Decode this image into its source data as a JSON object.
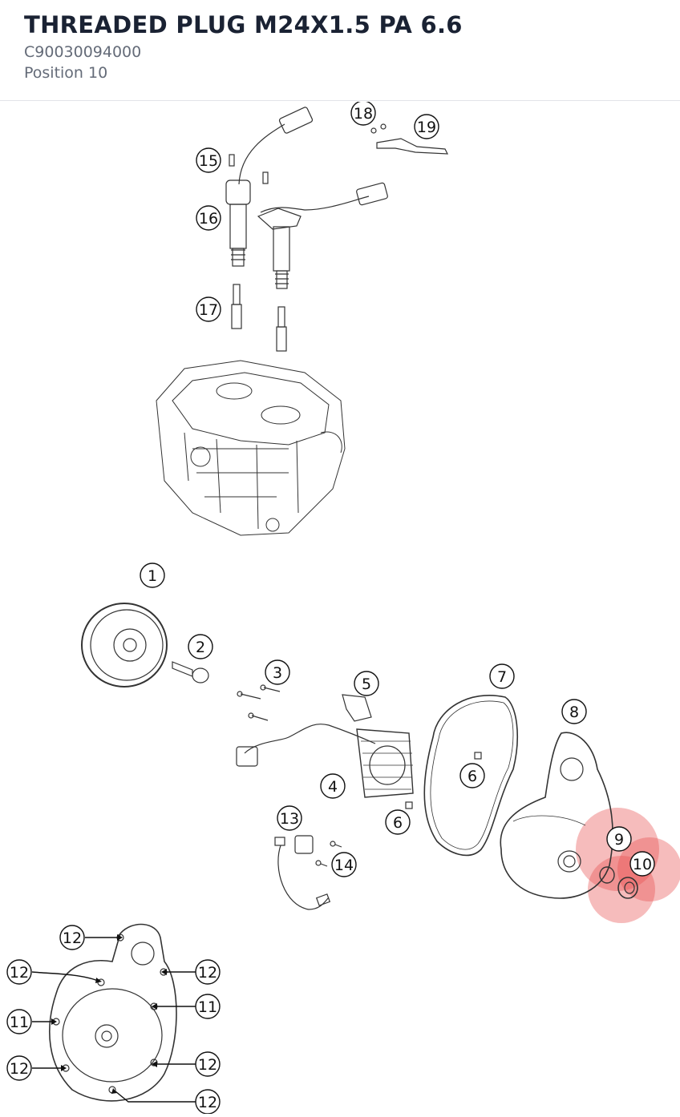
{
  "header": {
    "title": "THREADED PLUG M24X1.5 PA 6.6",
    "part_number": "C90030094000",
    "position": "Position 10"
  },
  "diagram": {
    "highlight_color": "#e8504f",
    "callouts": [
      {
        "id": "c15",
        "label": "15"
      },
      {
        "id": "c16",
        "label": "16"
      },
      {
        "id": "c17",
        "label": "17"
      },
      {
        "id": "c18",
        "label": "18"
      },
      {
        "id": "c19",
        "label": "19"
      },
      {
        "id": "c1",
        "label": "1"
      },
      {
        "id": "c2",
        "label": "2"
      },
      {
        "id": "c3",
        "label": "3"
      },
      {
        "id": "c5",
        "label": "5"
      },
      {
        "id": "c7",
        "label": "7"
      },
      {
        "id": "c8",
        "label": "8"
      },
      {
        "id": "c6a",
        "label": "6"
      },
      {
        "id": "c4",
        "label": "4"
      },
      {
        "id": "c6b",
        "label": "6"
      },
      {
        "id": "c13",
        "label": "13"
      },
      {
        "id": "c14",
        "label": "14"
      },
      {
        "id": "c9",
        "label": "9"
      },
      {
        "id": "c10",
        "label": "10"
      },
      {
        "id": "c12a",
        "label": "12"
      },
      {
        "id": "c12b",
        "label": "12"
      },
      {
        "id": "c12c",
        "label": "12"
      },
      {
        "id": "c11a",
        "label": "11"
      },
      {
        "id": "c11b",
        "label": "11"
      },
      {
        "id": "c12d",
        "label": "12"
      },
      {
        "id": "c12e",
        "label": "12"
      },
      {
        "id": "c12f",
        "label": "12"
      }
    ]
  }
}
